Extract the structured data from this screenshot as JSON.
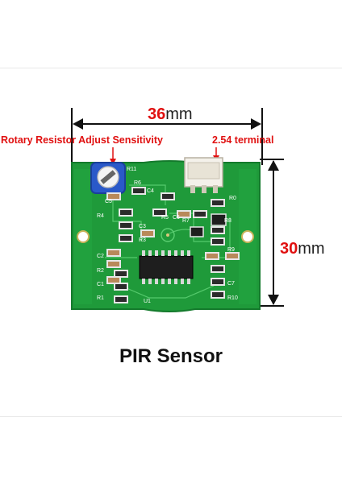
{
  "labels": {
    "width_value": "36",
    "width_unit": "mm",
    "height_value": "30",
    "height_unit": "mm",
    "rotary": "Rotary Resistor Adjust Sensitivity",
    "terminal": "2.54 terminal",
    "title": "PIR Sensor"
  },
  "silkscreen": {
    "r11": "R11",
    "r6": "R6",
    "c4": "C4",
    "c5": "C5",
    "r4": "R4",
    "r5": "R5",
    "c6": "C6",
    "c3": "C3",
    "r3": "R3",
    "c2": "C2",
    "r2": "R2",
    "c1": "C1",
    "r1": "R1",
    "u1": "U1",
    "r7": "R7",
    "r8": "R8",
    "r9": "R9",
    "c7": "C7",
    "r10": "R10",
    "r0": "R0"
  },
  "colors": {
    "pcb": "#1f9a3a",
    "pcb_dark": "#147a2c",
    "dimension": "#111111",
    "label_red": "#e01010",
    "pot": "#2a59c9"
  }
}
